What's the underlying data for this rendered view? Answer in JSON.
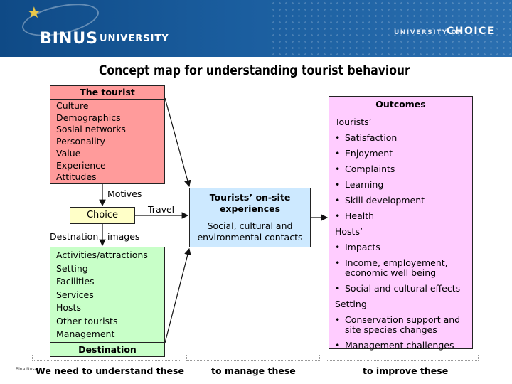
{
  "header": {
    "logo_main": "BINUS",
    "logo_sub": "UNIVERSITY",
    "tagline_prefix": "UNIVERSITY OF",
    "tagline_word": "CHOICE"
  },
  "title": "Concept map for understanding tourist behaviour",
  "tourist": {
    "heading": "The tourist",
    "items": [
      "Culture",
      "Demographics",
      "Sosial networks",
      "Personality",
      "Value",
      "Experience",
      "Attitudes"
    ]
  },
  "labels": {
    "motives": "Motives",
    "travel": "Travel",
    "destnation": "Destnation",
    "images": "images"
  },
  "choice": "Choice",
  "destination": {
    "items": [
      "Activities/attractions",
      "Setting",
      "Facilities",
      "Services",
      "Hosts",
      "Other tourists",
      "Management"
    ],
    "footer": "Destination"
  },
  "experiences": {
    "heading_line1": "Tourists’ on-site",
    "heading_line2": "experiences",
    "body_line1": "Social, cultural and",
    "body_line2": "environmental contacts"
  },
  "outcomes": {
    "heading": "Outcomes",
    "tourists_label": "Tourists’",
    "tourists_items": [
      "Satisfaction",
      "Enjoyment",
      "Complaints",
      "Learning",
      "Skill development",
      "Health"
    ],
    "hosts_label": "Hosts’",
    "hosts_items": [
      {
        "l1": "Impacts"
      },
      {
        "l1": "Income, employement,",
        "l2": "economic well being"
      },
      {
        "l1": "Social and cultural effects"
      }
    ],
    "setting_label": "Setting",
    "setting_items": [
      {
        "l1": "Conservation support and",
        "l2": "site species changes"
      },
      {
        "l1": "Management challenges"
      }
    ]
  },
  "footer": {
    "small_text": "Bina Nusa",
    "col1": "We need to understand these",
    "col2": "to manage these",
    "col3": "to improve these"
  }
}
